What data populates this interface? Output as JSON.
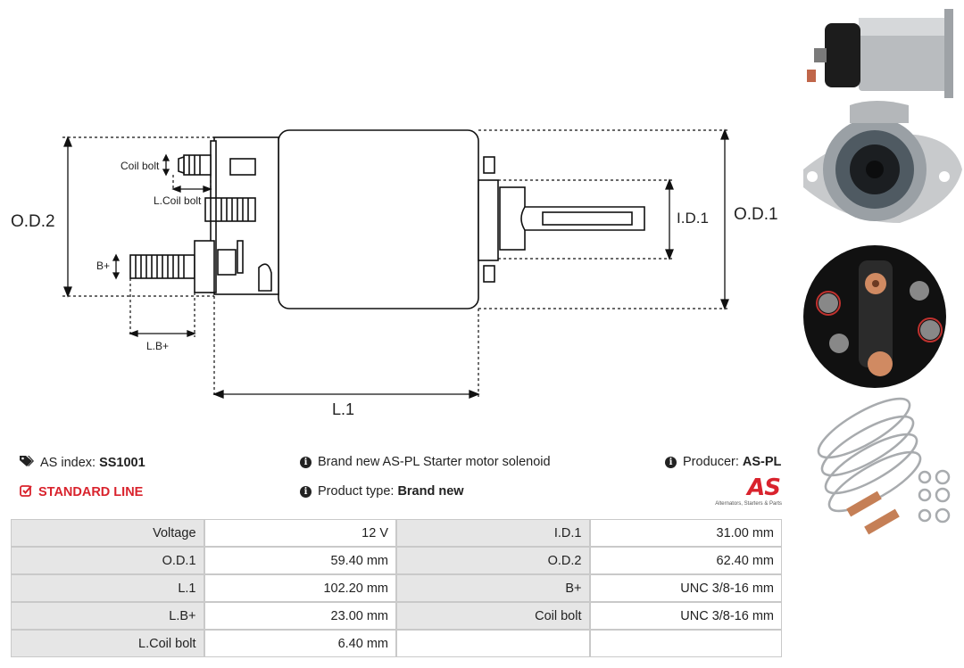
{
  "drawing": {
    "labels": {
      "coil_bolt": "Coil bolt",
      "l_coil_bolt": "L.Coil bolt",
      "b_plus": "B+",
      "l_b_plus": "L.B+",
      "od2": "O.D.2",
      "od1": "O.D.1",
      "id1": "I.D.1",
      "l1": "L.1"
    }
  },
  "info": {
    "as_index_label": "AS index:",
    "as_index_value": "SS1001",
    "standard_line": "STANDARD LINE",
    "description": "Brand new AS-PL Starter motor solenoid",
    "product_type_label": "Product type:",
    "product_type_value": "Brand new",
    "producer_label": "Producer:",
    "producer_value": "AS-PL",
    "logo_text": "AS",
    "logo_subtext": "Alternators, Starters & Parts"
  },
  "specs": [
    {
      "k1": "Voltage",
      "v1": "12 V",
      "k2": "I.D.1",
      "v2": "31.00 mm"
    },
    {
      "k1": "O.D.1",
      "v1": "59.40 mm",
      "k2": "O.D.2",
      "v2": "62.40 mm"
    },
    {
      "k1": "L.1",
      "v1": "102.20 mm",
      "k2": "B+",
      "v2": "UNC 3/8-16 mm"
    },
    {
      "k1": "L.B+",
      "v1": "23.00 mm",
      "k2": "Coil bolt",
      "v2": "UNC 3/8-16 mm"
    },
    {
      "k1": "L.Coil bolt",
      "v1": "6.40 mm",
      "k2": "",
      "v2": ""
    }
  ],
  "colors": {
    "accent": "#d9232d",
    "label_cell": "#e6e6e6",
    "border": "#c9c9c9"
  }
}
